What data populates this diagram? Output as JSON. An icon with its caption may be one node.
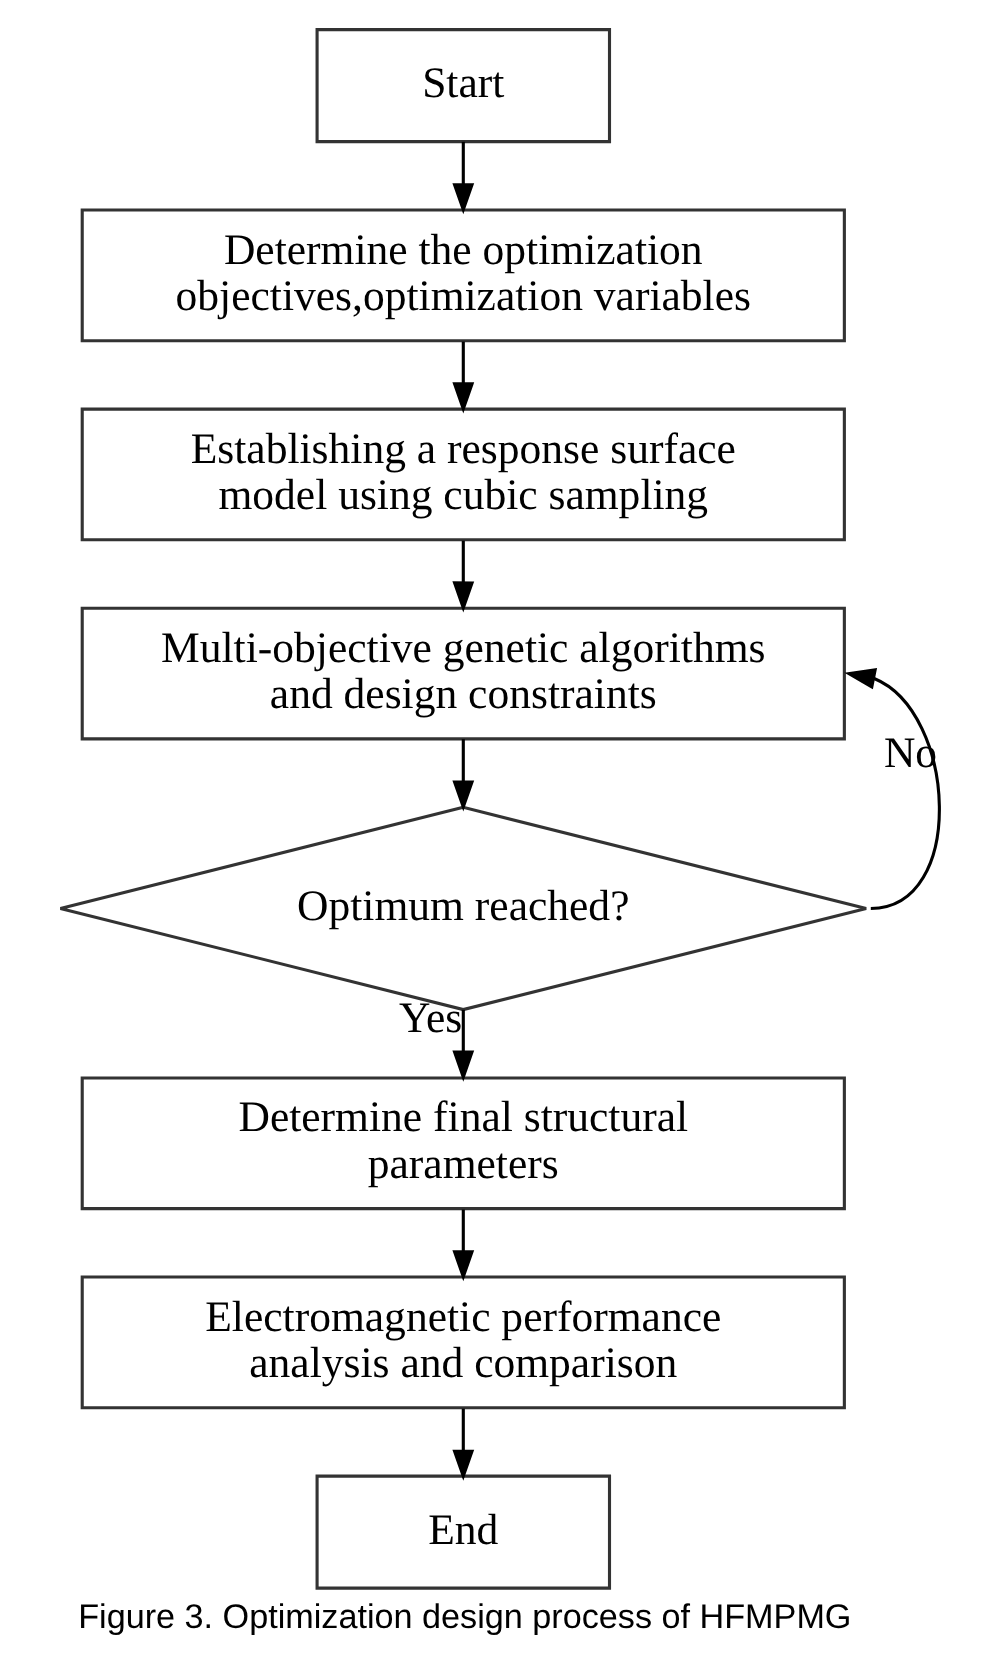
{
  "diagram": {
    "caption": "Figure 3. Optimization design process of HFMPMG",
    "nodes": [
      {
        "text": [
          "Start"
        ]
      },
      {
        "text": [
          "Determine the optimization objectives,optimization variables"
        ]
      },
      {
        "text": [
          "Establishing a response surface model using cubic sampling"
        ]
      },
      {
        "text": [
          "Multi-objective genetic algorithms and design constraints"
        ]
      },
      {
        "text": [
          "Optimum reached?"
        ]
      },
      {
        "text": [
          "Determine final structural parameters"
        ]
      },
      {
        "text": [
          "Electromagnetic performance analysis and comparison"
        ]
      },
      {
        "text": [
          "End"
        ]
      }
    ],
    "edges": [
      {
        "from": 0,
        "to": 1,
        "arrow": "to"
      },
      {
        "from": 1,
        "to": 2,
        "arrow": "to"
      },
      {
        "from": 2,
        "to": 3,
        "arrow": "to"
      },
      {
        "from": 3,
        "to": 4,
        "arrow": "to"
      },
      {
        "from": 4,
        "to": 3,
        "arrow": "to",
        "label": "No"
      },
      {
        "from": 4,
        "to": 5,
        "arrow": "to",
        "label": "Yes"
      },
      {
        "from": 5,
        "to": 6,
        "arrow": "to"
      },
      {
        "from": 6,
        "to": 7,
        "arrow": "to"
      }
    ]
  }
}
